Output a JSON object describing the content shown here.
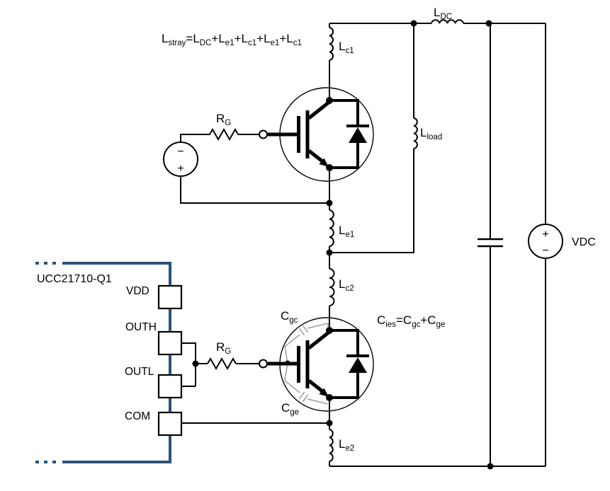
{
  "labels": {
    "stray_formula": [
      {
        "t": "L",
        "s": "stray"
      },
      {
        "t": "=L",
        "s": "DC"
      },
      {
        "t": "+L",
        "s": "e1"
      },
      {
        "t": "+L",
        "s": "c1"
      },
      {
        "t": "+L",
        "s": "e1"
      },
      {
        "t": "+L",
        "s": "c1"
      }
    ],
    "cies_formula": [
      {
        "t": "C",
        "s": "ies"
      },
      {
        "t": "=C",
        "s": "gc"
      },
      {
        "t": "+C",
        "s": "ge"
      }
    ],
    "l_dc": {
      "t": "L",
      "s": "DC"
    },
    "l_c1": {
      "t": "L",
      "s": "c1"
    },
    "l_load": {
      "t": "L",
      "s": "load"
    },
    "l_e1": {
      "t": "L",
      "s": "e1"
    },
    "l_c2": {
      "t": "L",
      "s": "c2"
    },
    "l_e2": {
      "t": "L",
      "s": "e2"
    },
    "rg_high": {
      "t": "R",
      "s": "G"
    },
    "rg_low": {
      "t": "R",
      "s": "G"
    },
    "c_gc": {
      "t": "C",
      "s": "gc"
    },
    "c_ge": {
      "t": "C",
      "s": "ge"
    }
  },
  "driver": {
    "name": "UCC21710-Q1",
    "pins": [
      {
        "label": "VDD"
      },
      {
        "label": "OUTH"
      },
      {
        "label": "OUTL"
      },
      {
        "label": "COM"
      }
    ]
  },
  "sources": {
    "gate_supply": {
      "top_sign": "−",
      "bottom_sign": "+"
    },
    "dc_bus": {
      "top_sign": "+",
      "bottom_sign": "−",
      "label": "VDC"
    }
  },
  "colors": {
    "wire": "#000000",
    "driver_outline": "#2B5279",
    "parasitic": "#909090",
    "background": "#FFFFFF"
  }
}
